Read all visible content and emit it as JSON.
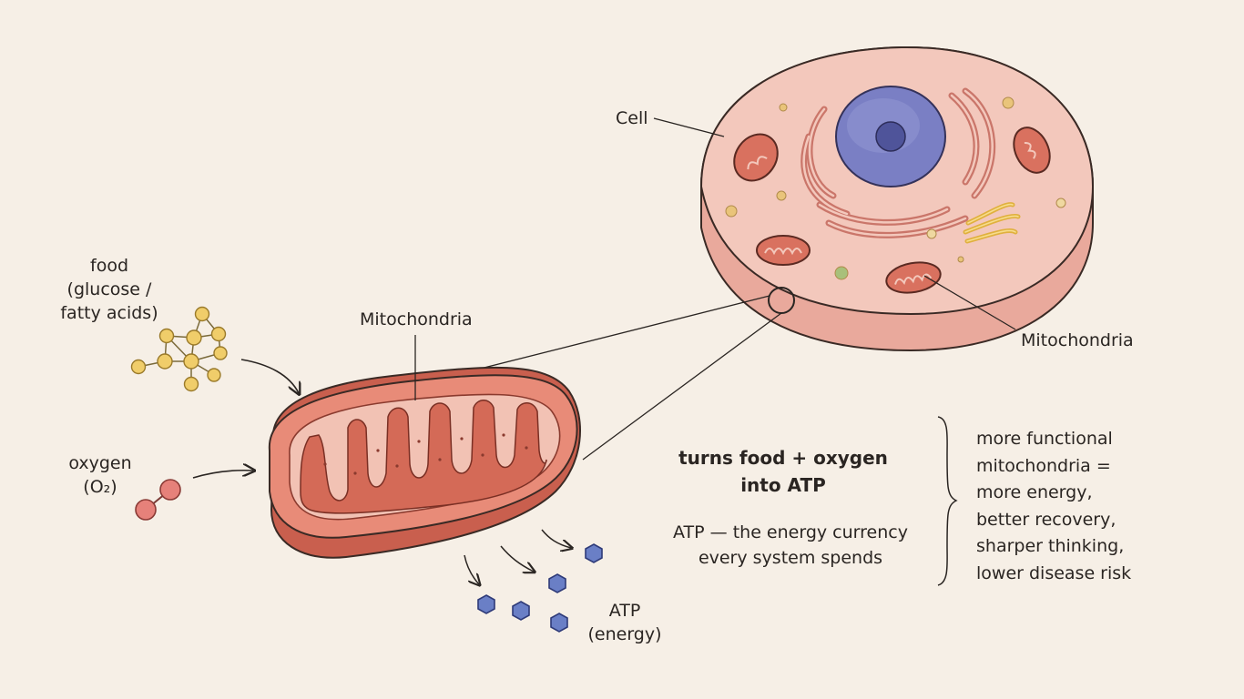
{
  "labels": {
    "cell": "Cell",
    "mitochondria_cell": "Mitochondria",
    "mitochondria_main": "Mitochondria",
    "food": [
      "food",
      "(glucose /",
      "fatty acids)"
    ],
    "oxygen": [
      "oxygen",
      "(O₂)"
    ],
    "atp": [
      "ATP",
      "(energy)"
    ]
  },
  "explanation": {
    "headline": [
      "turns food + oxygen",
      "into ATP"
    ],
    "subtext": [
      "ATP — the energy currency",
      "every system spends"
    ]
  },
  "benefits": [
    "more functional",
    "mitochondria =",
    "more energy,",
    "better recovery,",
    "sharper thinking,",
    "lower disease risk"
  ],
  "colors": {
    "background": "#f6efe6",
    "cell_fill": "#f3c8bc",
    "nucleus": "#7a7fc4",
    "mitochondria": "#d9715f",
    "glucose": "#f0cd6a",
    "oxygen": "#e6817a",
    "atp": "#6a7fc6",
    "golgi": "#efc85a",
    "ink": "#2a2522"
  },
  "icons": [
    "glucose-molecule-icon",
    "oxygen-molecule-icon",
    "atp-molecule-icon",
    "arrow-icon"
  ]
}
